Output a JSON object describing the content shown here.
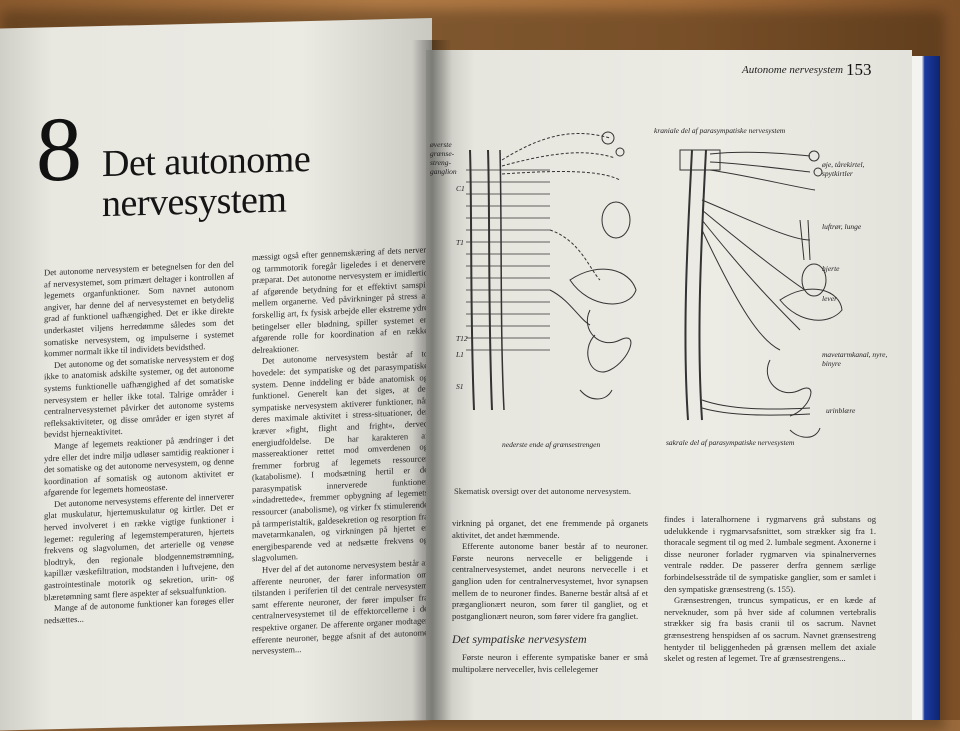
{
  "left_page": {
    "chapter_number": "8",
    "chapter_title_line1": "Det autonome",
    "chapter_title_line2": "nervesystem",
    "col1": [
      "Det autonome nervesystem er betegnelsen for den del af nervesystemet, som primært deltager i kontrollen af legemets organfunktioner. Som navnet autonom angiver, har denne del af nervesystemet en betydelig grad af funktionel uafhængighed. Det er ikke direkte underkastet viljens herredømme således som det somatiske nervesystem, og impulserne i systemet kommer normalt ikke til individets bevidsthed.",
      "Det autonome og det somatiske nervesystem er dog ikke to anatomisk adskilte systemer, og det autonome systems funktionelle uafhængighed af det somatiske nervesystem er heller ikke total. Talrige områder i centralnervesystemet påvirker det autonome systems refleksaktiviteter, og disse områder er igen styret af bevidst hjerneaktivitet.",
      "Mange af legemets reaktioner på ændringer i det ydre eller det indre miljø udløser samtidig reaktioner i det somatiske og det autonome nervesystem, og denne koordination af somatisk og autonom aktivitet er afgørende for legemets homeostase.",
      "Det autonome nervesystems efferente del innerverer glat muskulatur, hjertemuskulatur og kirtler. Det er herved involveret i en række vigtige funktioner i legemet: regulering af legemstemperaturen, hjertets frekvens og slagvolumen, det arterielle og venøse blodtryk, den regionale blodgennemstrømning, kapillær væskefiltration, modstanden i luftvejene, den gastrointestinale motorik og sekretion, urin- og blæretømning samt flere aspekter af seksualfunktion.",
      "Mange af de autonome funktioner kan forøges eller nedsættes..."
    ],
    "col2": [
      "mæssigt også efter gennemskæring af dets nerver, og tarmmotorik foregår ligeledes i et denerveret præparat. Det autonome nervesystem er imidlertid af afgørende betydning for et effektivt samspil mellem organerne. Ved påvirkninger på stress af forskellig art, fx fysisk arbejde eller ekstreme ydre betingelser eller blødning, spiller systemet en afgørende rolle for koordination af en række delreaktioner.",
      "Det autonome nervesystem består af to hovedele: det sympatiske og det parasympatiske system. Denne inddeling er både anatomisk og funktionel. Generelt kan det siges, at det sympatiske nervesystem aktiverer funktioner, når deres maximale aktivitet i stress-situationer, der kræver »fight, flight and fright«, derved energiudfoldelse. De har karakteren af massereaktioner rettet mod omverdenen og fremmer forbrug af legemets ressourcer (katabolisme). I modsætning hertil er de parasympatisk innerverede funktioner »indadrettede«, fremmer opbygning af legemets ressourcer (anabolisme), og virker fx stimulerende på tarmperistaltik, galdesekretion og resorption fra mavetarmkanalen, og virkningen på hjertet er energibesparende ved at nedsætte frekvens og slagvolumen.",
      "Hver del af det autonome nervesystem består af afferente neuroner, der fører information om tilstanden i periferien til det centrale nervesystem samt efferente neuroner, der fører impulser fra centralnervesystemet til de effektorcellerne i de respektive organer. De afferente organer modtager efferente neuroner, begge afsnit af det autonome nervesystem..."
    ]
  },
  "right_page": {
    "running_head": "Autonome nervesystem",
    "page_number": "153",
    "figure_labels": {
      "top_left": "øverste grænse-streng-ganglion",
      "top_right": "kraniale del af parasympatiske nervesystem",
      "eye": "øje, tårekirtel, spytkirtler",
      "lungs": "luftrør, lunge",
      "heart": "hjerte",
      "liver": "lever",
      "gut": "mavetarmkanal, nyre, binyre",
      "bladder": "urinblære",
      "bottom_left": "nederste ende af grænsestrengen",
      "bottom_right": "sakrale del af parasympatiske nervesystem",
      "seg_c1": "C1",
      "seg_t1": "T1",
      "seg_t12": "T12",
      "seg_l1": "L1",
      "seg_s1": "S1"
    },
    "caption": "Skematisk oversigt over det autonome nervesystem.",
    "col1": [
      "virkning på organet, det ene fremmende på organets aktivitet, det andet hæmmende.",
      "Efferente autonome baner består af to neuroner. Første neurons nervecelle er beliggende i centralnervesystemet, andet neurons nervecelle i et ganglion uden for centralnervesystemet, hvor synapsen mellem de to neuroner findes. Banerne består altså af et præganglionært neuron, som fører til gangliet, og et postganglionært neuron, som fører videre fra gangliet."
    ],
    "subheading": "Det sympatiske nervesystem",
    "col1_after": "Første neuron i efferente sympatiske baner er små multipolære nerveceller, hvis cellelegemer",
    "col2": [
      "findes i lateralhornene i rygmarvens grå substans og udelukkende i rygmarvsafsnittet, som strækker sig fra 1. thoracale segment til og med 2. lumbale segment. Axonerne i disse neuroner forlader rygmarven via spinalnervernes ventrale rødder. De passerer derfra gennem særlige forbindelsesstråde til de sympatiske ganglier, som er samlet i den sympatiske grænsestreng (s. 155).",
      "Grænsestrengen, truncus sympaticus, er en kæde af nerveknuder, som på hver side af columnen vertebralis strækker sig fra basis cranii til os sacrum. Navnet grænsestreng henspidsen af os sacrum. Navnet grænsestreng hentyder til beliggenheden på grænsen mellem det axiale skelet og resten af legemet. Tre af grænsestrengens..."
    ]
  },
  "colors": {
    "table": "#a46d3a",
    "paper": "#ebeae3",
    "ink": "#222222",
    "cover_edge": "#1c3aa0"
  }
}
